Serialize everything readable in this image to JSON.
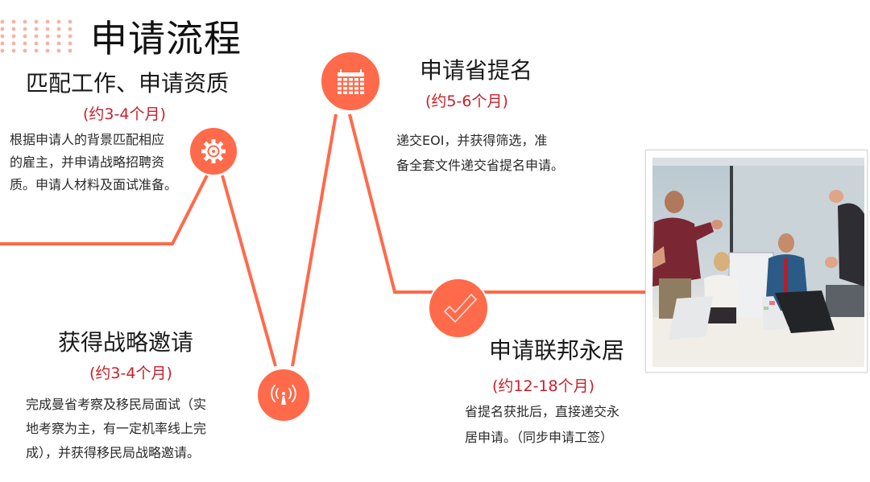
{
  "page": {
    "title": "申请流程"
  },
  "colors": {
    "accent": "#ff6a4a",
    "duration": "#c8202a",
    "dots": "#f6b3a3",
    "text": "#222222"
  },
  "steps": [
    {
      "id": "match-job",
      "icon": "gear-icon",
      "title": "匹配工作、申请资质",
      "duration": "(约3-4个月)",
      "description": "根据申请人的背景匹配相应的雇主，并申请战略招聘资质。申请人材料及面试准备。",
      "description_lines": [
        "根据申请人的背景匹配相应",
        "的雇主，并申请战略招聘资",
        "质。申请人材料及面试准备。"
      ]
    },
    {
      "id": "strategic-invitation",
      "icon": "broadcast-antenna-icon",
      "title": "获得战略邀请",
      "duration": "(约3-4个月)",
      "description_lines": [
        "完成曼省考察及移民局面试（实",
        "地考察为主，有一定机率线上完",
        "成），并获得移民局战略邀请。"
      ]
    },
    {
      "id": "provincial-nomination",
      "icon": "calendar-icon",
      "title": "申请省提名",
      "duration": "(约5-6个月)",
      "description_lines": [
        "递交EOI，并获得筛选，准",
        "备全套文件递交省提名申请。"
      ]
    },
    {
      "id": "federal-pr",
      "icon": "checkmark-icon",
      "title": "申请联邦永居",
      "duration": "(约12-18个月)",
      "description_lines": [
        "省提名获批后，直接递交永",
        "居申请。（同步申请工签）"
      ]
    }
  ],
  "photo": {
    "alt": "团队会议鼓掌庆祝照片"
  }
}
